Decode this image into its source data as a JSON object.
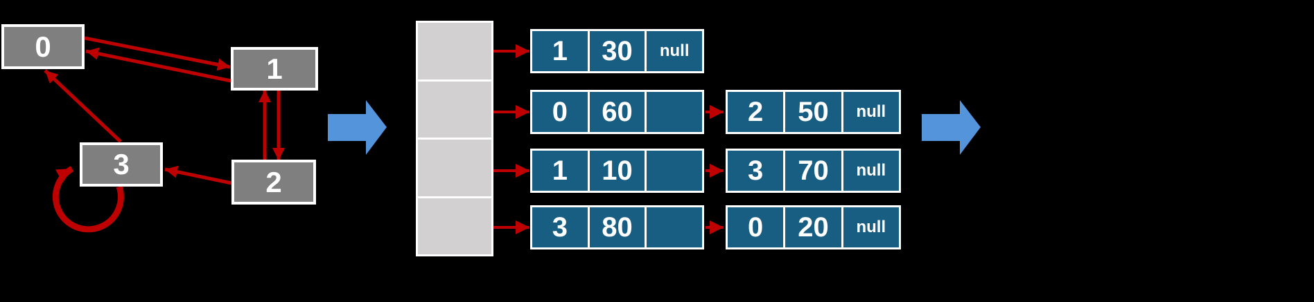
{
  "diagram_title": "",
  "colors": {
    "background": "#000000",
    "graph_node_fill": "#7F7F7F",
    "node_border": "#FFFFFF",
    "edge_red": "#BE0000",
    "list_arrow_red": "#C00000",
    "list_node_blue": "#185E82",
    "array_cell_gray": "#D2D0D0",
    "transform_arrow_blue": "#5494DA"
  },
  "graph": {
    "nodes": [
      {
        "id": "0",
        "label": "0"
      },
      {
        "id": "1",
        "label": "1"
      },
      {
        "id": "2",
        "label": "2"
      },
      {
        "id": "3",
        "label": "3"
      }
    ],
    "edges": [
      {
        "from": "0",
        "to": "1"
      },
      {
        "from": "1",
        "to": "0"
      },
      {
        "from": "1",
        "to": "2"
      },
      {
        "from": "2",
        "to": "1"
      },
      {
        "from": "2",
        "to": "3"
      },
      {
        "from": "3",
        "to": "0"
      },
      {
        "from": "3",
        "to": "3",
        "self_loop": true
      }
    ]
  },
  "transform_arrows": [
    {
      "id": "left"
    },
    {
      "id": "right"
    }
  ],
  "adjacency_list": {
    "slot_count": 4,
    "rows": [
      {
        "nodes": [
          {
            "vertex": "1",
            "weight": "30",
            "next": "null"
          }
        ]
      },
      {
        "nodes": [
          {
            "vertex": "0",
            "weight": "60",
            "next": ""
          },
          {
            "vertex": "2",
            "weight": "50",
            "next": "null"
          }
        ]
      },
      {
        "nodes": [
          {
            "vertex": "1",
            "weight": "10",
            "next": ""
          },
          {
            "vertex": "3",
            "weight": "70",
            "next": "null"
          }
        ]
      },
      {
        "nodes": [
          {
            "vertex": "3",
            "weight": "80",
            "next": ""
          },
          {
            "vertex": "0",
            "weight": "20",
            "next": "null"
          }
        ]
      }
    ]
  }
}
